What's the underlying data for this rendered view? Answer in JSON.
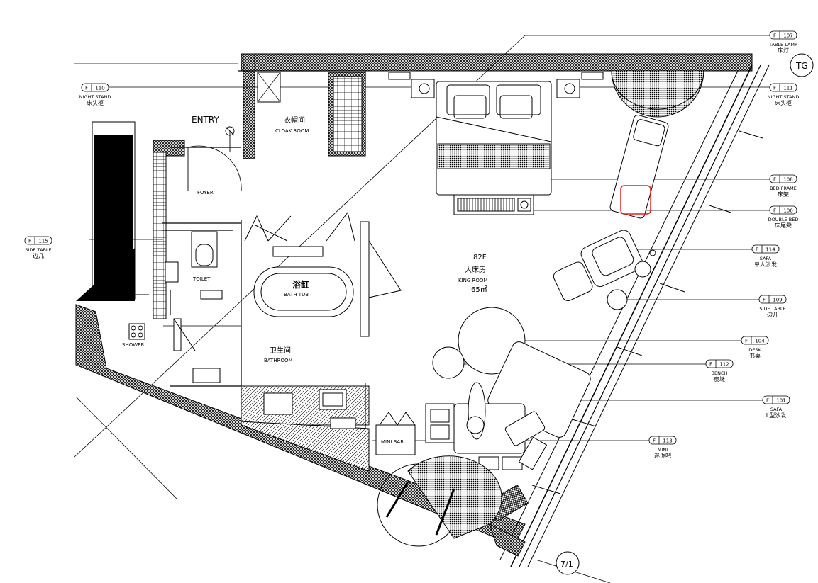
{
  "rooms": {
    "entry": "ENTRY",
    "cloak_cn": "衣帽间",
    "cloak_en": "CLOAK ROOM",
    "foyer": "FOYER",
    "toilet": "TOILET",
    "bathtub_cn": "浴缸",
    "bathtub_en": "BATH TUB",
    "shower": "SHOWER",
    "bathroom_cn": "卫生间",
    "bathroom_en": "BATHROOM",
    "floor": "82F",
    "king_cn": "大床房",
    "king_en": "KING ROOM",
    "area": "65㎡",
    "minibar": "MINI BAR"
  },
  "tags": [
    {
      "f": "F",
      "code": "107",
      "en": "TABLE LAMP",
      "cn": "床灯"
    },
    {
      "f": "F",
      "code": "111",
      "en": "NIGHT STAND",
      "cn": "床头柜"
    },
    {
      "f": "F",
      "code": "108",
      "en": "BED FRAME",
      "cn": "床架"
    },
    {
      "f": "F",
      "code": "106",
      "en": "DOUBLE BED",
      "cn": "床尾凳"
    },
    {
      "f": "F",
      "code": "114",
      "en": "SAFA",
      "cn": "单人沙发"
    },
    {
      "f": "F",
      "code": "109",
      "en": "SIDE TABLE",
      "cn": "边几"
    },
    {
      "f": "F",
      "code": "104",
      "en": "DESK",
      "cn": "书桌"
    },
    {
      "f": "F",
      "code": "112",
      "en": "BENCH",
      "cn": "皮墩"
    },
    {
      "f": "F",
      "code": "101",
      "en": "SAFA",
      "cn": "L型沙发"
    },
    {
      "f": "F",
      "code": "113",
      "en": "MINI",
      "cn": "迷你吧"
    },
    {
      "f": "F",
      "code": "110",
      "en": "NIGHT STAND",
      "cn": "床头柜"
    },
    {
      "f": "F",
      "code": "115",
      "en": "SIDE TABLE",
      "cn": "边几"
    }
  ],
  "grid_marks": {
    "top_right": "TG",
    "bottom": "7/1"
  }
}
